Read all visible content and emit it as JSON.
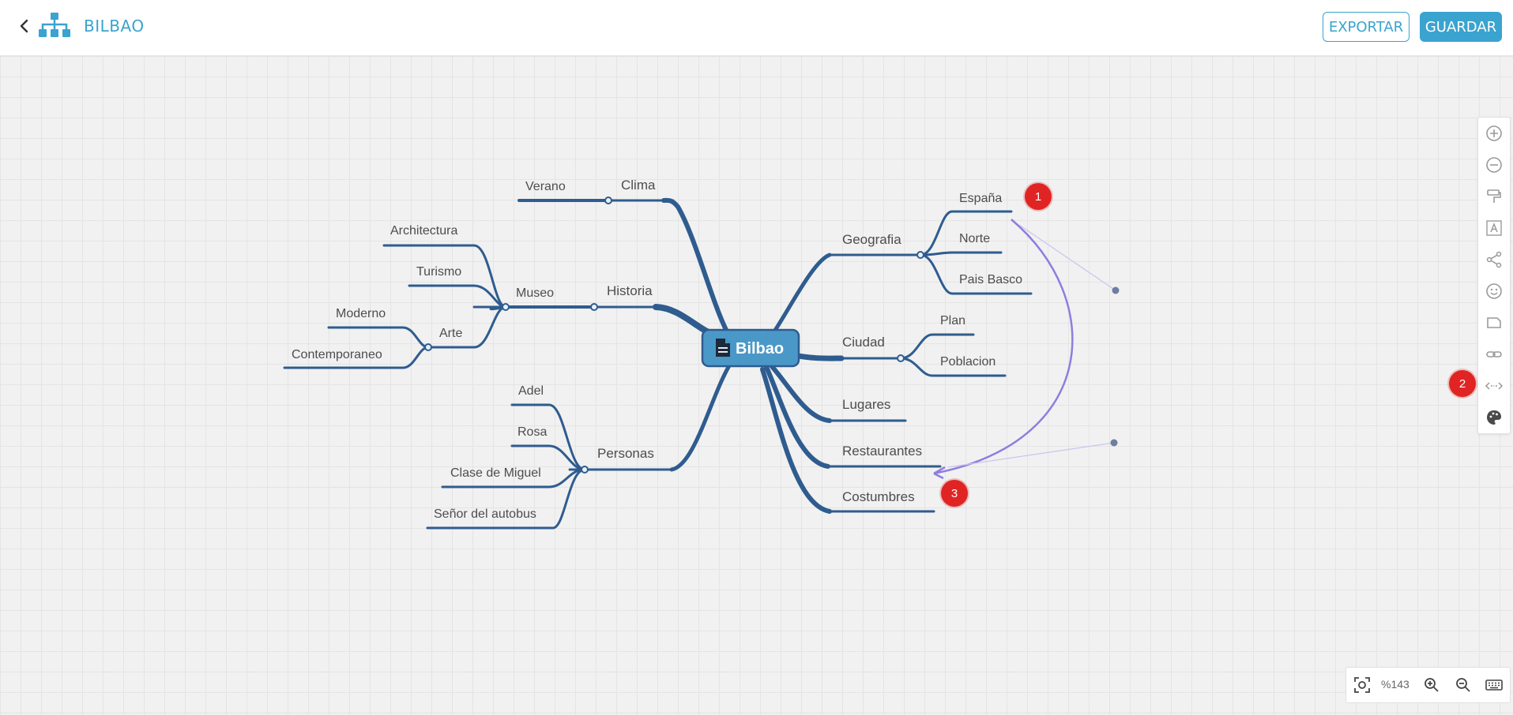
{
  "header": {
    "title": "BILBAO",
    "export_label": "EXPORTAR",
    "save_label": "GUARDAR",
    "icons": {
      "back": "chevron-left-icon",
      "logo": "sitemap-icon"
    }
  },
  "mindmap": {
    "central_topic": {
      "label": "Bilbao",
      "icon": "document-icon",
      "color": "#4a98c8"
    },
    "branch_color": "#2f5c8f",
    "relationship_color": "#8f7de0",
    "topics": {
      "clima": "Clima",
      "verano": "Verano",
      "historia": "Historia",
      "museo": "Museo",
      "architectura": "Architectura",
      "turismo": "Turismo",
      "arte": "Arte",
      "moderno": "Moderno",
      "contemporaneo": "Contemporaneo",
      "personas": "Personas",
      "adel": "Adel",
      "rosa": "Rosa",
      "clase_de_miguel": "Clase de Miguel",
      "senor_del_autobus": "Señor del autobus",
      "geografia": "Geografia",
      "espana": "España",
      "norte": "Norte",
      "pais_basco": "Pais Basco",
      "ciudad": "Ciudad",
      "plan": "Plan",
      "poblacion": "Poblacion",
      "lugares": "Lugares",
      "restaurantes": "Restaurantes",
      "costumbres": "Costumbres"
    }
  },
  "badges": {
    "one": "1",
    "two": "2",
    "three": "3",
    "color": "#e02424"
  },
  "toolbar": {
    "tools": [
      "add-topic-icon",
      "remove-topic-icon",
      "format-painter-icon",
      "text-style-icon",
      "share-icon",
      "emoji-icon",
      "note-icon",
      "link-icon",
      "relationship-icon",
      "palette-icon"
    ]
  },
  "zoombar": {
    "zoom_level": "%143",
    "icons": [
      "fit-screen-icon",
      "zoom-in-icon",
      "zoom-out-icon",
      "keyboard-icon"
    ]
  }
}
